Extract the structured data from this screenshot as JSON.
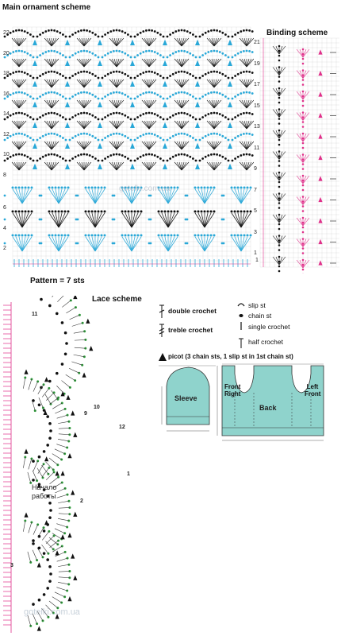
{
  "titles": {
    "main": "Main ornament scheme",
    "binding": "Binding scheme",
    "lace": "Lace scheme",
    "pattern": "Pattern = 7 sts"
  },
  "main_rows_left": [
    "22",
    "20",
    "18",
    "16",
    "14",
    "12",
    "10",
    "8",
    "6",
    "4",
    "2"
  ],
  "binding_rows_right": [
    "21",
    "19",
    "17",
    "15",
    "13",
    "11",
    "9",
    "7",
    "5",
    "3",
    "1"
  ],
  "binding_rows_left": [
    "1"
  ],
  "legend": {
    "double_crochet": "double crochet",
    "treble_crochet": "treble crochet",
    "slip_st": "slip st",
    "chain_st": "chain st",
    "single_crochet": "single crochet",
    "half_crochet": "half crochet",
    "picot": "picot (3 chain sts, 1 slip st in 1st chain st)"
  },
  "pattern_pieces": {
    "sleeve": "Sleeve",
    "back": "Back",
    "right_front": "Front\nRight",
    "left_front": "Left\nFront"
  },
  "lace_labels": {
    "start_line1": "Начало",
    "start_line2": "работы",
    "r1": "1",
    "r2": "2",
    "r3": "3",
    "r9": "9",
    "r10": "10",
    "r11": "11",
    "r12": "12"
  },
  "watermarks": [
    "gotelki.com.ua",
    "gotelki.com.ua"
  ],
  "colors": {
    "blue": "#29a8d8",
    "black": "#111111",
    "magenta": "#e0308a",
    "green": "#2e9a3a",
    "teal": "#8fd3cc",
    "grid": "#cccccc"
  }
}
